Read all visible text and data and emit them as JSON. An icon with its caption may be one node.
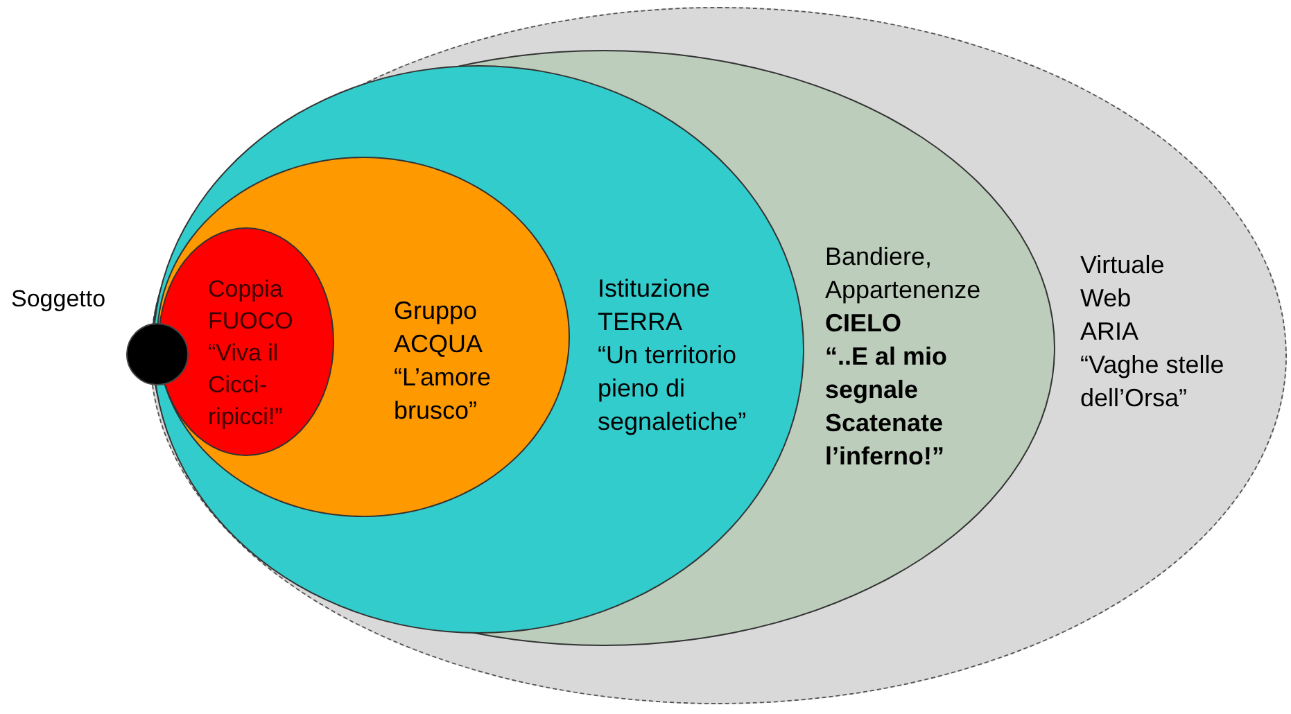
{
  "diagram": {
    "nodes": [
      {
        "text": [
          "Virtuale",
          "Web",
          "ARIA",
          "“Vaghe stelle dell’Orsa”"
        ]
      },
      {
        "text": [
          "Bandiere, Appartenenze",
          "CIELO",
          "“..E al mio segnale Scatenate l’inferno!”"
        ],
        "in": 0
      },
      {
        "text": [
          "Istituzione",
          "TERRA",
          "“Un territorio pieno di segnaletiche”"
        ],
        "in": 1
      },
      {
        "text": [
          "Gruppo",
          "ACQUA",
          "“L’amore brusco”"
        ],
        "in": 2
      },
      {
        "text": [
          "Coppia",
          "FUOCO",
          "“Viva il Cicci-ripicci!”"
        ],
        "in": 3
      },
      {
        "text": [
          "Soggetto"
        ]
      }
    ]
  }
}
